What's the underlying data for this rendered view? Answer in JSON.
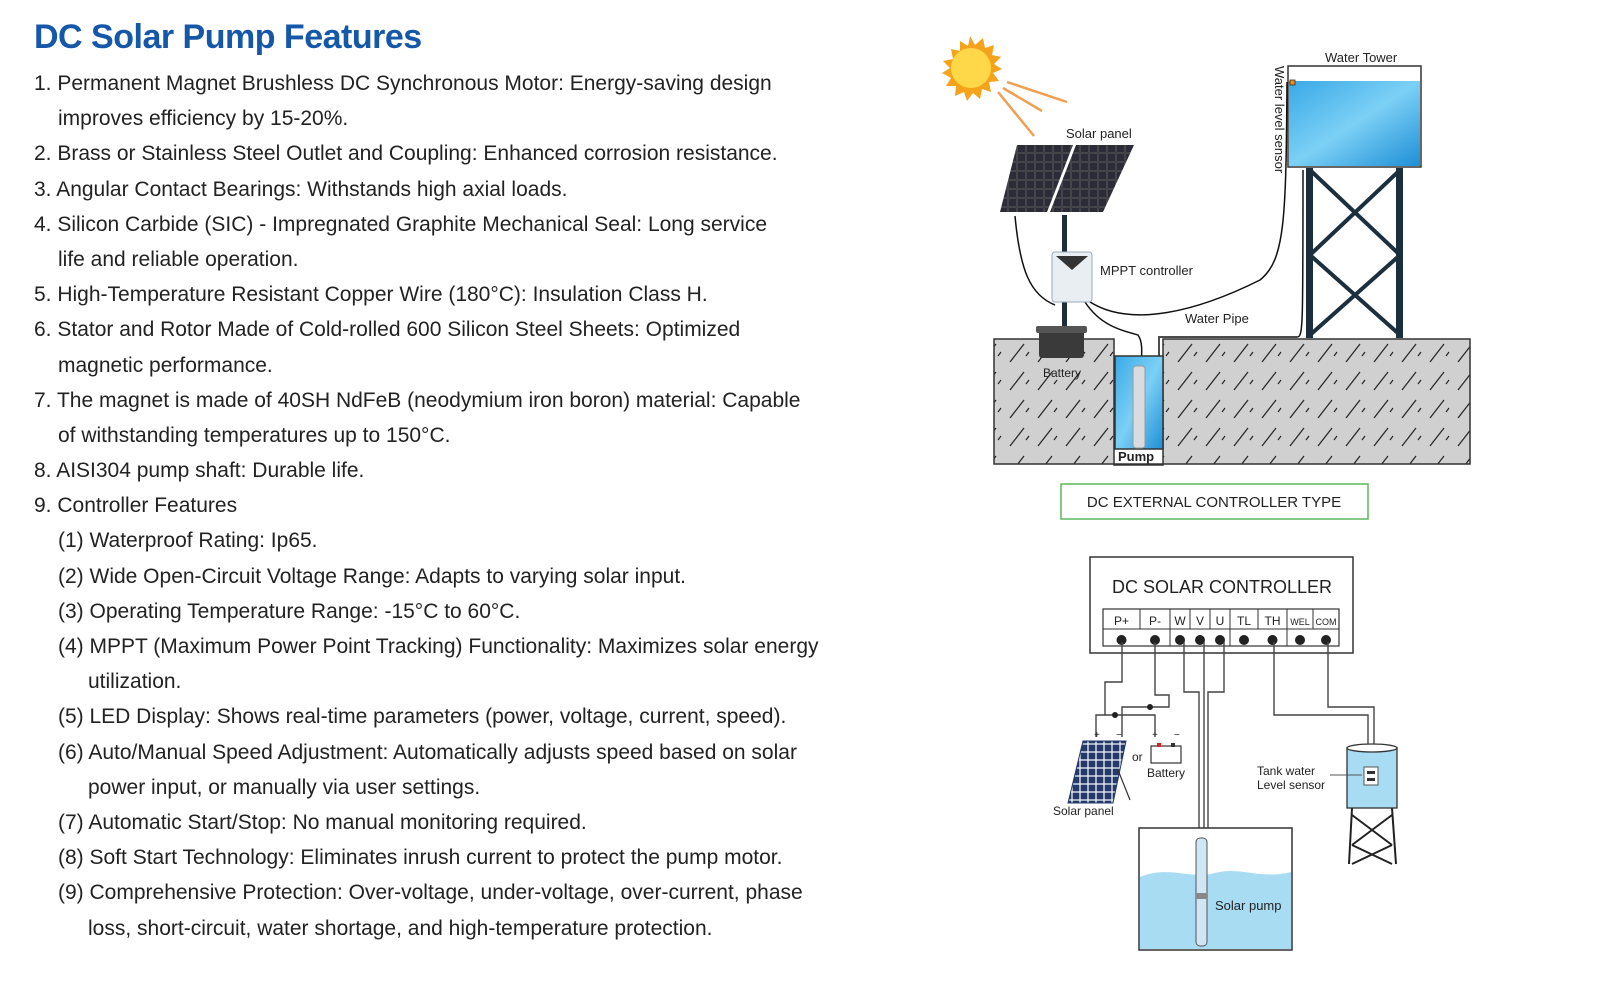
{
  "title": "DC Solar Pump Features",
  "features": [
    {
      "text": "1. Permanent Magnet Brushless DC Synchronous Motor: Energy-saving design",
      "cont": "improves efficiency by 15-20%."
    },
    {
      "text": "2. Brass or Stainless Steel Outlet and Coupling: Enhanced corrosion resistance."
    },
    {
      "text": "3. Angular Contact Bearings: Withstands high axial loads."
    },
    {
      "text": "4. Silicon Carbide (SIC) - Impregnated Graphite Mechanical Seal: Long service",
      "cont": "life and reliable operation."
    },
    {
      "text": "5. High-Temperature Resistant Copper Wire (180°C): Insulation Class H."
    },
    {
      "text": "6. Stator and Rotor Made of Cold-rolled 600 Silicon Steel Sheets: Optimized",
      "cont": "magnetic performance."
    },
    {
      "text": "7. The magnet is made of 40SH NdFeB (neodymium iron boron) material: Capable",
      "cont": "of withstanding temperatures up to 150°C."
    },
    {
      "text": "8. AISI304 pump shaft: Durable life."
    },
    {
      "text": "9. Controller Features"
    }
  ],
  "controller_features": [
    {
      "text": "(1) Waterproof Rating: Ip65."
    },
    {
      "text": "(2) Wide Open-Circuit Voltage Range: Adapts to varying solar input."
    },
    {
      "text": "(3) Operating Temperature Range: -15°C to 60°C."
    },
    {
      "text": "(4) MPPT (Maximum Power Point Tracking) Functionality: Maximizes solar energy",
      "cont": "utilization."
    },
    {
      "text": "(5) LED Display: Shows real-time parameters (power, voltage, current, speed)."
    },
    {
      "text": "(6) Auto/Manual Speed Adjustment: Automatically adjusts speed based on solar",
      "cont": "power input, or manually via user settings."
    },
    {
      "text": "(7) Automatic Start/Stop: No manual monitoring required."
    },
    {
      "text": "(8) Soft Start Technology: Eliminates inrush current to protect the pump motor."
    },
    {
      "text": "(9) Comprehensive Protection: Over-voltage, under-voltage, over-current, phase",
      "cont": "loss, short-circuit, water shortage, and high-temperature protection."
    }
  ],
  "diagram1": {
    "solar_panel": "Solar panel",
    "water_tower": "Water Tower",
    "water_level_sensor": "Water level sensor",
    "mppt_controller": "MPPT controller",
    "water_pipe": "Water Pipe",
    "battery": "Battery",
    "pump": "Pump",
    "caption": "DC EXTERNAL CONTROLLER TYPE"
  },
  "diagram2": {
    "title": "DC SOLAR CONTROLLER",
    "terminals": [
      "P+",
      "P-",
      "W",
      "V",
      "U",
      "TL",
      "TH",
      "WEL",
      "COM"
    ],
    "solar_panel": "Solar panel",
    "or": "or",
    "battery": "Battery",
    "tank_sensor_1": "Tank water",
    "tank_sensor_2": "Level sensor",
    "solar_pump": "Solar pump",
    "plus": "+",
    "minus": "−"
  },
  "colors": {
    "title": "#1557a8",
    "caption_border": "#5cb85c",
    "water": "#a8dcf3"
  }
}
